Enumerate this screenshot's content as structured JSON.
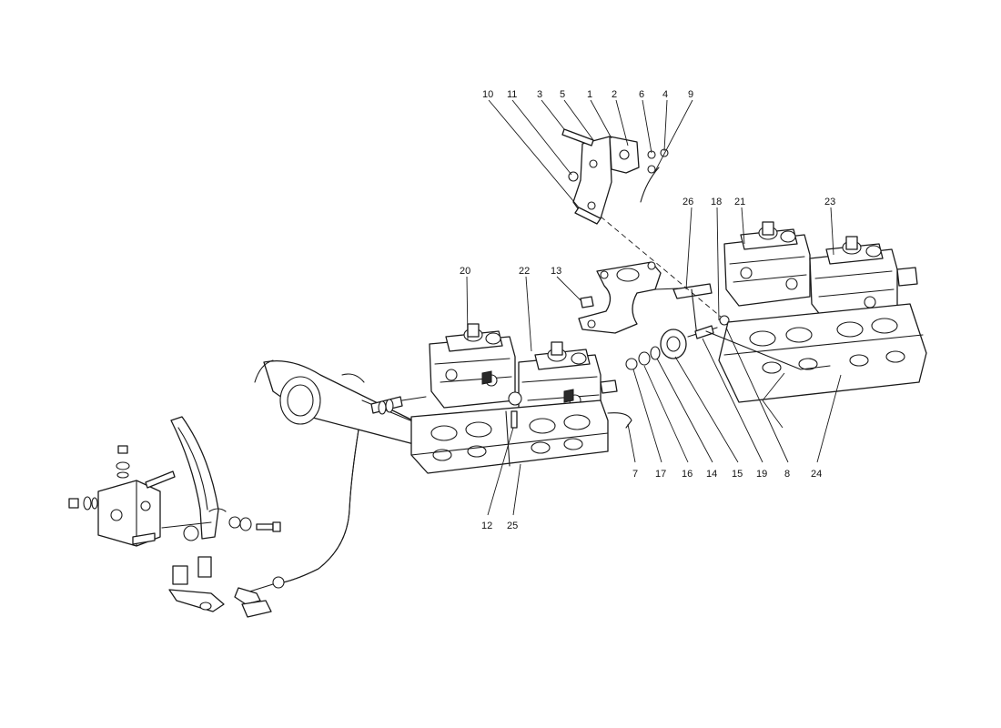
{
  "callouts": [
    "1",
    "2",
    "3",
    "4",
    "5",
    "6",
    "7",
    "8",
    "9",
    "10",
    "11",
    "12",
    "13",
    "14",
    "15",
    "16",
    "17",
    "18",
    "19",
    "20",
    "21",
    "22",
    "23",
    "24",
    "25",
    "26"
  ],
  "colors": {
    "ink": "#1a1a1a",
    "paper": "#ffffff"
  }
}
